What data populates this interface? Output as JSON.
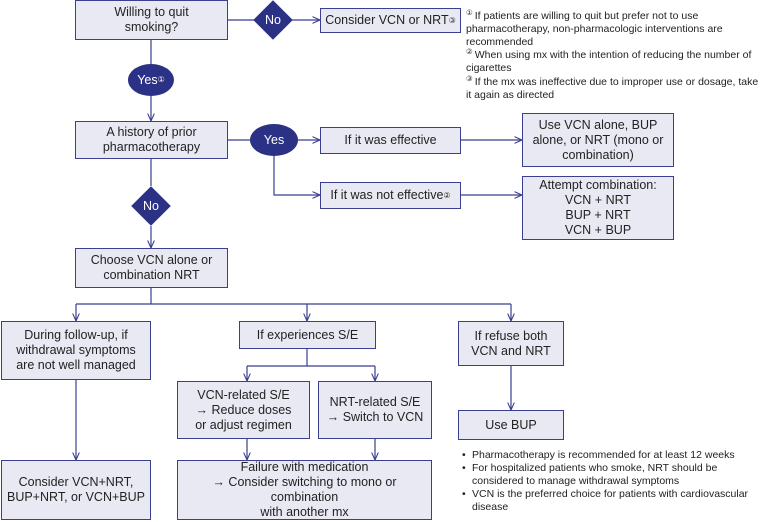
{
  "nodes": {
    "willing_quit": "Willing to quit\nsmoking?",
    "no_decision_1": "No",
    "consider_vcn_nrt": "Consider VCN or NRT",
    "consider_vcn_nrt_mark": "③",
    "yes_decision_1": "Yes",
    "yes_decision_1_mark": "①",
    "history_prior": "A history of prior\npharmacotherapy",
    "yes_decision_2": "Yes",
    "if_effective": "If it was effective",
    "use_vcn_alone": "Use VCN alone, BUP\nalone, or NRT (mono or\ncombination)",
    "if_not_effective": "If it was not effective",
    "if_not_effective_mark": "②",
    "attempt_combination": "Attempt combination:\nVCN + NRT\nBUP + NRT\nVCN + BUP",
    "no_decision_2": "No",
    "choose_vcn": "Choose VCN alone or\ncombination NRT",
    "during_followup": "During follow-up, if\nwithdrawal symptoms\nare not well managed",
    "if_se": "If experiences S/E",
    "if_refuse": "If refuse both\nVCN and NRT",
    "vcn_related": "VCN-related S/E\n→ Reduce doses\nor adjust regimen",
    "nrt_related": "NRT-related S/E\n→ Switch to VCN",
    "use_bup": "Use BUP",
    "consider_combos": "Consider VCN+NRT,\nBUP+NRT, or VCN+BUP",
    "failure_medication": "Failure with medication\n→ Consider switching to mono or combination\nwith another mx"
  },
  "footnotes": [
    {
      "mark": "①",
      "text": "If patients are willing to quit but prefer not to use pharmacotherapy, non-pharmacologic interventions are recommended"
    },
    {
      "mark": "②",
      "text": "When using mx with the intention of reducing the number of cigarettes"
    },
    {
      "mark": "③",
      "text": "If the mx was ineffective due to improper use or dosage, take it again as directed"
    }
  ],
  "notes": [
    "Pharmacotherapy is recommended for at least 12 weeks",
    "For hospitalized patients who smoke, NRT should be considered to manage withdrawal symptoms",
    "VCN is the preferred choice for patients with cardiovascular disease"
  ],
  "colors": {
    "node_fill": "#e9e9f3",
    "border": "#3a3f8f",
    "decision_fill": "#2b3285",
    "line": "#3a3f8f"
  }
}
